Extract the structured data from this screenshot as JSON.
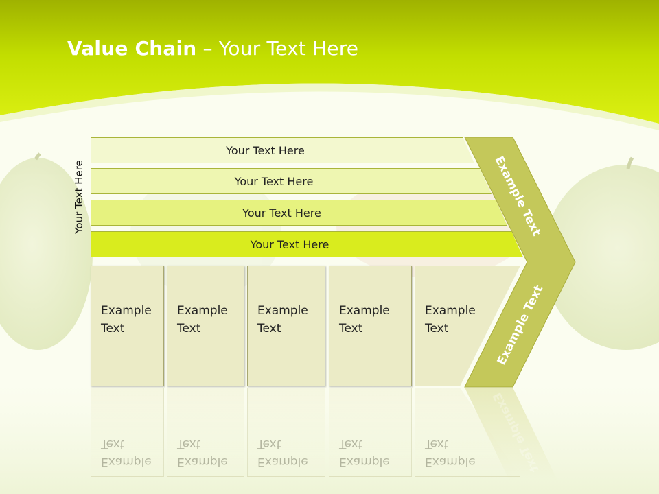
{
  "slide": {
    "title_bold": "Value Chain",
    "title_rest": " – Your Text Here",
    "side_label": "Your Text Here"
  },
  "bars": [
    {
      "label": "Your Text Here",
      "color": "#f3f8cf"
    },
    {
      "label": "Your Text Here",
      "color": "#eef6b1"
    },
    {
      "label": "Your Text Here",
      "color": "#e6f27f"
    },
    {
      "label": "Your Text Here",
      "color": "#d9ec1e"
    }
  ],
  "boxes": [
    {
      "line1": "Example",
      "line2": "Text"
    },
    {
      "line1": "Example",
      "line2": "Text"
    },
    {
      "line1": "Example",
      "line2": "Text"
    },
    {
      "line1": "Example",
      "line2": "Text"
    },
    {
      "line1": "Example",
      "line2": "Text"
    }
  ],
  "arrow": {
    "top_text": "Example Text",
    "bottom_text": "Example Text",
    "color": "#c4c85a"
  },
  "colors": {
    "header_green": "#c8e000",
    "header_green_dark": "#9eb000"
  }
}
